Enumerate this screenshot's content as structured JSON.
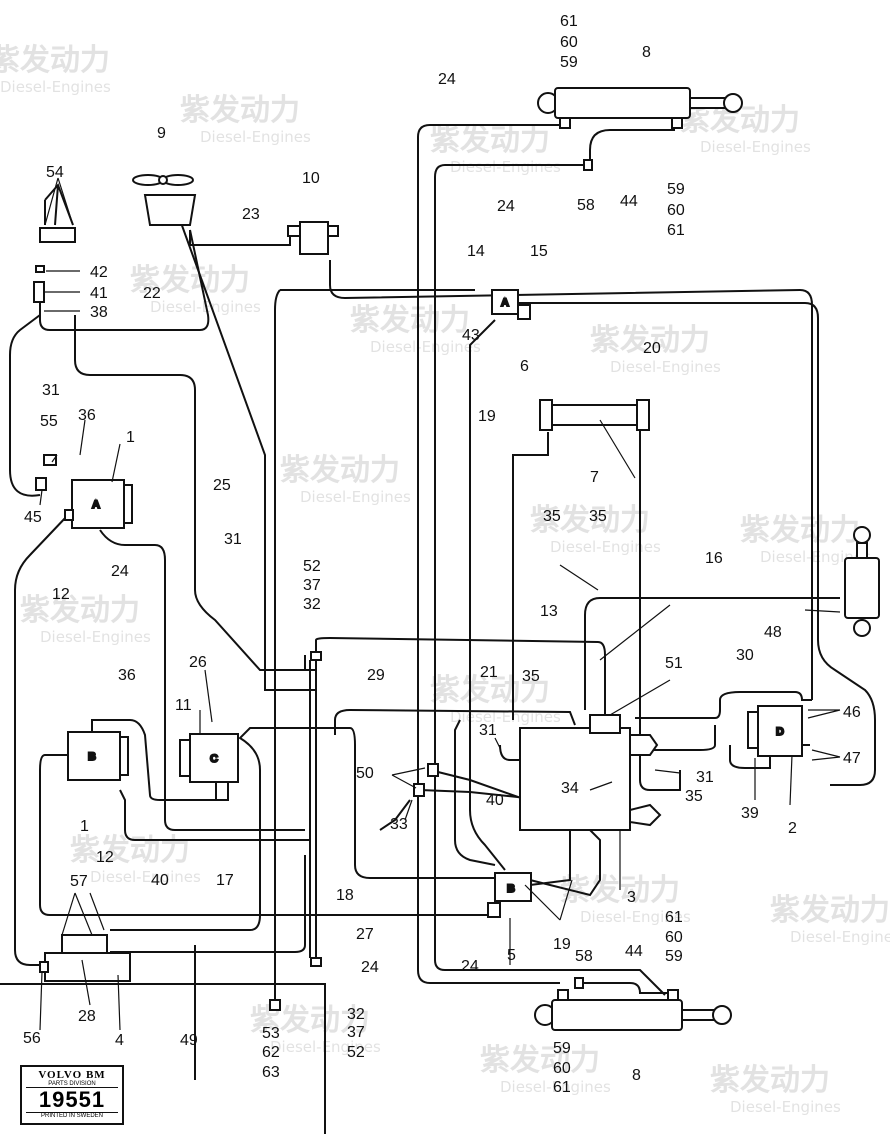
{
  "labels": {
    "l61a": "61",
    "l60a": "60",
    "l59a": "59",
    "l8a": "8",
    "l24a": "24",
    "l54": "54",
    "l9": "9",
    "l10": "10",
    "l23": "23",
    "l24b": "24",
    "l58a": "58",
    "l44a": "44",
    "l59b": "59",
    "l60b": "60",
    "l61b": "61",
    "l42": "42",
    "l41": "41",
    "l38": "38",
    "l22": "22",
    "l14": "14",
    "l15": "15",
    "l43": "43",
    "l20": "20",
    "l6": "6",
    "l31a": "31",
    "l19a": "19",
    "l55": "55",
    "l36a": "36",
    "l1a": "1",
    "l7": "7",
    "l25": "25",
    "l45": "45",
    "l35a": "35",
    "l35b": "35",
    "l31b": "31",
    "l12a": "12",
    "l24c": "24",
    "l16": "16",
    "l52a": "52",
    "l37a": "37",
    "l32a": "32",
    "l13": "13",
    "l48": "48",
    "l26": "26",
    "l29": "29",
    "l51": "51",
    "l30": "30",
    "l36b": "36",
    "l21": "21",
    "l35c": "35",
    "l46": "46",
    "l11": "11",
    "l31c": "31",
    "l47": "47",
    "l50": "50",
    "l34": "34",
    "l31d": "31",
    "l33": "33",
    "l40a": "40",
    "l35d": "35",
    "l39": "39",
    "l2": "2",
    "l1b": "1",
    "l12b": "12",
    "l40b": "40",
    "l17": "17",
    "l57": "57",
    "l18": "18",
    "l3": "3",
    "l27": "27",
    "l19b": "19",
    "l5": "5",
    "l61c": "61",
    "l60c": "60",
    "l59c": "59",
    "l24d": "24",
    "l24e": "24",
    "l58b": "58",
    "l44b": "44",
    "l56": "56",
    "l28": "28",
    "l4": "4",
    "l49": "49",
    "l32b": "32",
    "l37b": "37",
    "l52b": "52",
    "l53": "53",
    "l62": "62",
    "l63": "63",
    "l59d": "59",
    "l60d": "60",
    "l61d": "61",
    "l8b": "8"
  },
  "component_letters": {
    "pump_a": "A",
    "pump_b": "B",
    "pump_c": "C",
    "pump_d": "D",
    "valve_a": "A",
    "valve_b": "B"
  },
  "watermark": {
    "brand": "紫发动力",
    "sub": "Diesel-Engines"
  },
  "badge": {
    "brand": "VOLVO BM",
    "division": "PARTS DIVISION",
    "number": "19551",
    "printed": "PRINTED IN SWEDEN"
  },
  "colors": {
    "line": "#111111",
    "watermark": "#9a9a9a"
  }
}
